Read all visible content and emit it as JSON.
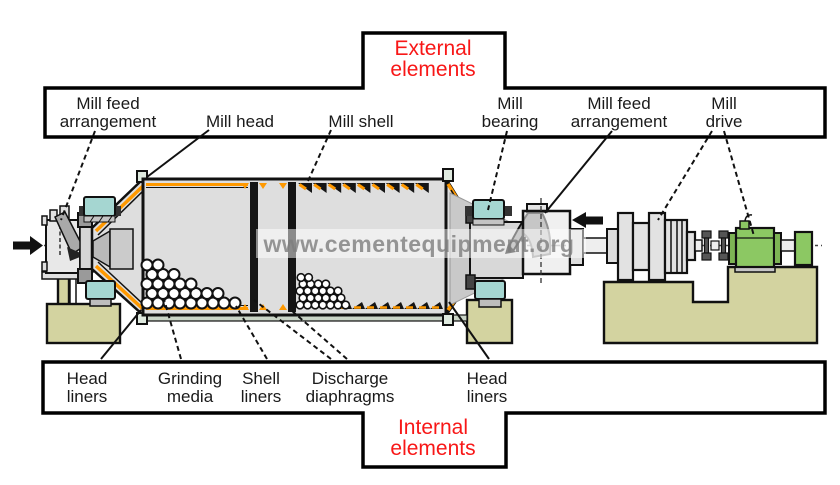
{
  "title_top": {
    "line1": "External",
    "line2": "elements"
  },
  "title_bottom": {
    "line1": "Internal",
    "line2": "elements"
  },
  "external_labels": {
    "feed_left": {
      "line1": "Mill feed",
      "line2": "arrangement"
    },
    "mill_head": "Mill head",
    "mill_shell": "Mill shell",
    "mill_bearing": {
      "line1": "Mill",
      "line2": "bearing"
    },
    "feed_right": {
      "line1": "Mill feed",
      "line2": "arrangement"
    },
    "mill_drive": {
      "line1": "Mill",
      "line2": "drive"
    }
  },
  "internal_labels": {
    "head_liners_left": {
      "line1": "Head",
      "line2": "liners"
    },
    "grinding_media": {
      "line1": "Grinding",
      "line2": "media"
    },
    "shell_liners": {
      "line1": "Shell",
      "line2": "liners"
    },
    "discharge_diaphragms": {
      "line1": "Discharge",
      "line2": "diaphragms"
    },
    "head_liners_right": {
      "line1": "Head",
      "line2": "liners"
    }
  },
  "watermark": "www.cementequipment.org",
  "colors": {
    "title_red": "#f81717",
    "label_black": "#1a1a1a",
    "shell_gray": "#dedede",
    "bearing_cyan": "#a5d6d1",
    "foundation_khaki": "#d3d3a0",
    "motor_green": "#8cc863",
    "liner_orange": "#ff9900"
  }
}
